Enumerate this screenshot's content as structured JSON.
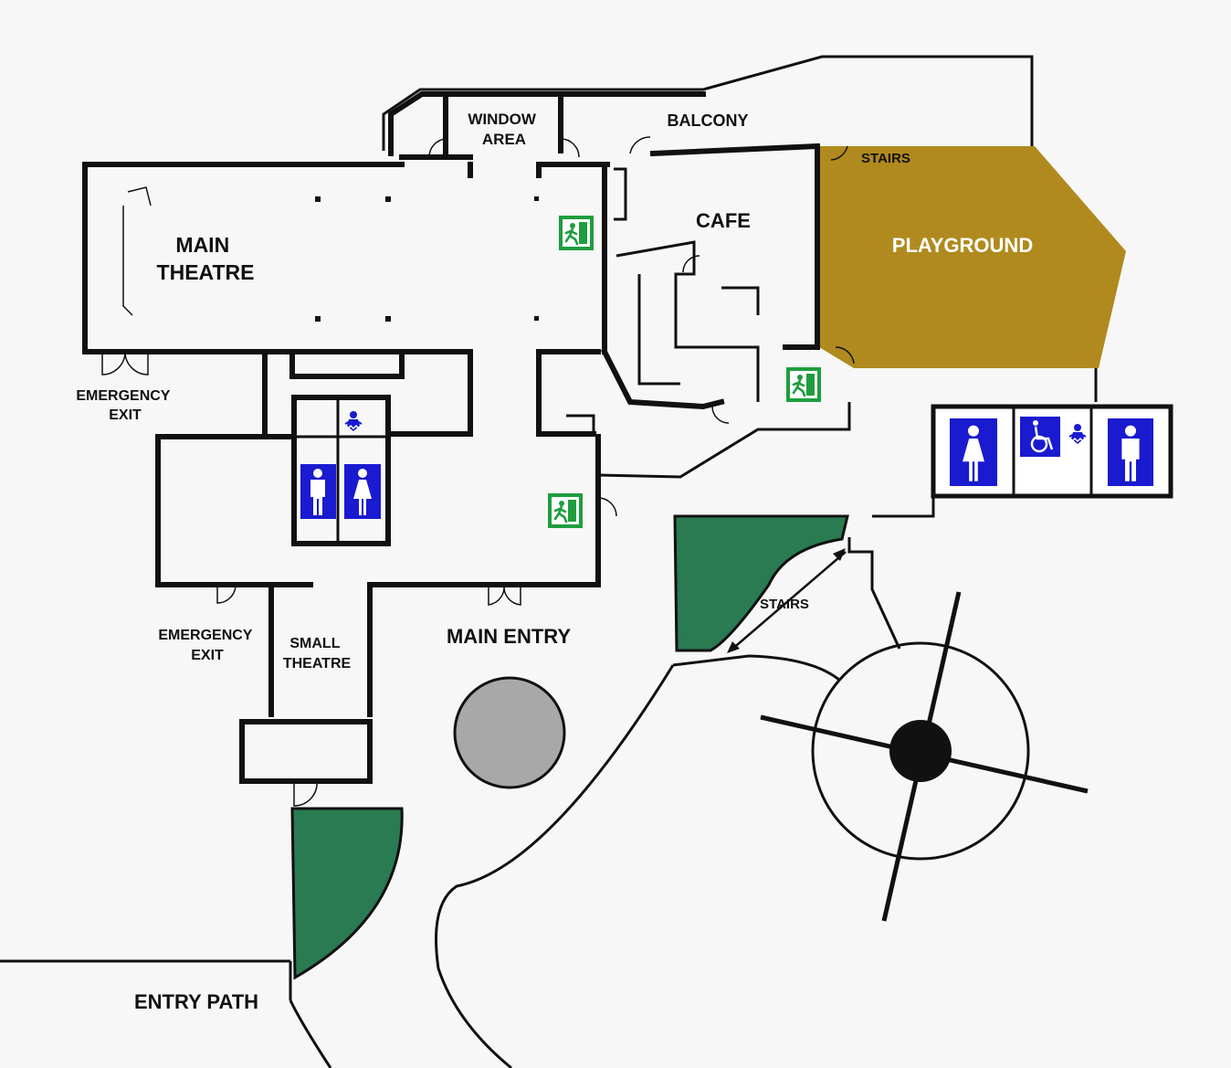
{
  "labels": {
    "window_area_1": "WINDOW",
    "window_area_2": "AREA",
    "balcony": "BALCONY",
    "stairs_top": "STAIRS",
    "cafe": "CAFE",
    "playground": "PLAYGROUND",
    "main_theatre_1": "MAIN",
    "main_theatre_2": "THEATRE",
    "emergency_exit_1a": "EMERGENCY",
    "emergency_exit_1b": "EXIT",
    "emergency_exit_2a": "EMERGENCY",
    "emergency_exit_2b": "EXIT",
    "small_theatre_1": "SMALL",
    "small_theatre_2": "THEATRE",
    "main_entry": "MAIN ENTRY",
    "stairs_garden": "STAIRS",
    "entry_path": "ENTRY PATH"
  },
  "colors": {
    "playground": "#b08a1e",
    "garden": "#2a7a52",
    "restroom_sign": "#1a1ad0",
    "exit_sign": "#1e9e3e",
    "fountain": "#a8a8a8",
    "background": "#f7f7f7"
  },
  "icons": [
    "women-restroom-icon",
    "men-restroom-icon",
    "accessible-icon",
    "baby-change-icon",
    "emergency-exit-sign-icon"
  ]
}
